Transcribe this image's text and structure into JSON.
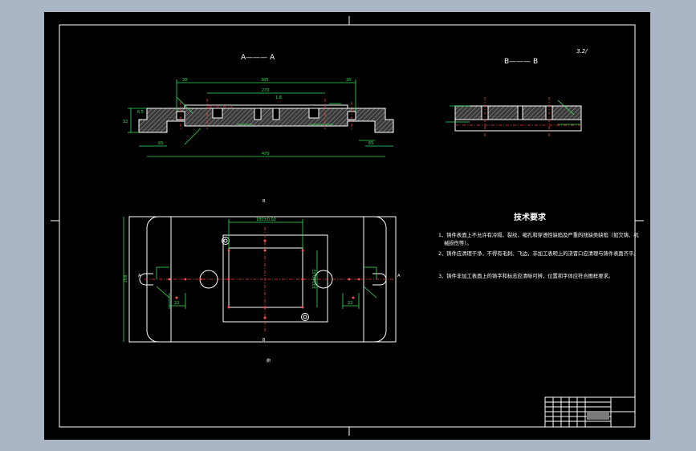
{
  "drawing": {
    "section_a_label": "A——— A",
    "section_b_label": "B——— B",
    "roughness_note": "3.2/",
    "section_marks": {
      "b_top": "B",
      "b_bottom": "B",
      "a_left": "A",
      "a_right": "A",
      "under_plan": "俯"
    },
    "dim_section_a": {
      "overall": "470",
      "top_left": "20",
      "top_mid": "305",
      "top_right": "20",
      "inner": "270",
      "bottom_left": "65",
      "bottom_right": "65",
      "height_left": "32",
      "small_a": "1.6",
      "small_b": "6.5"
    },
    "dim_plan": {
      "top_width": "180±0.02",
      "right_height": "100±0.02",
      "left_height": "208",
      "left_small": "22",
      "right_small": "22"
    }
  },
  "tech": {
    "title": "技术要求",
    "items": [
      "1、铸件表面上不允许有冷隔、裂纹、缩孔和穿透性缺陷及严重的残缺类缺陷（如欠铸、机械损伤等）。",
      "2、铸件应清理干净，不得有毛刺、飞边，非加工表明上的浇冒口应清理与铸件表面齐平。",
      "3、铸件非加工表面上的铸字和标志应清晰可辨，位置和字体应符合图样要求。"
    ]
  },
  "colors": {
    "background": "#a9b4c4",
    "paper": "#000000",
    "outline": "#ffffff",
    "dimension": "#33e05a",
    "centerline": "#ff3a3a",
    "hidden": "#f0e040"
  }
}
